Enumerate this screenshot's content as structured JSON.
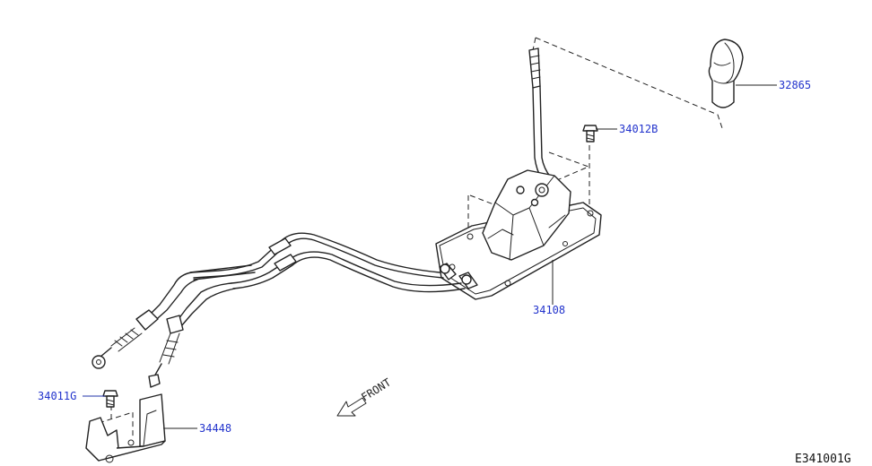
{
  "diagram": {
    "code": "E341001G",
    "front_label": "FRONT",
    "parts": [
      {
        "number": "32865",
        "name": "knob"
      },
      {
        "number": "34012B",
        "name": "bolt-upper"
      },
      {
        "number": "34108",
        "name": "control-device"
      },
      {
        "number": "34011G",
        "name": "bolt-lower"
      },
      {
        "number": "34448",
        "name": "cable-bracket"
      }
    ]
  },
  "colors": {
    "line": "#222222",
    "label": "#2233cc",
    "background": "#ffffff"
  }
}
